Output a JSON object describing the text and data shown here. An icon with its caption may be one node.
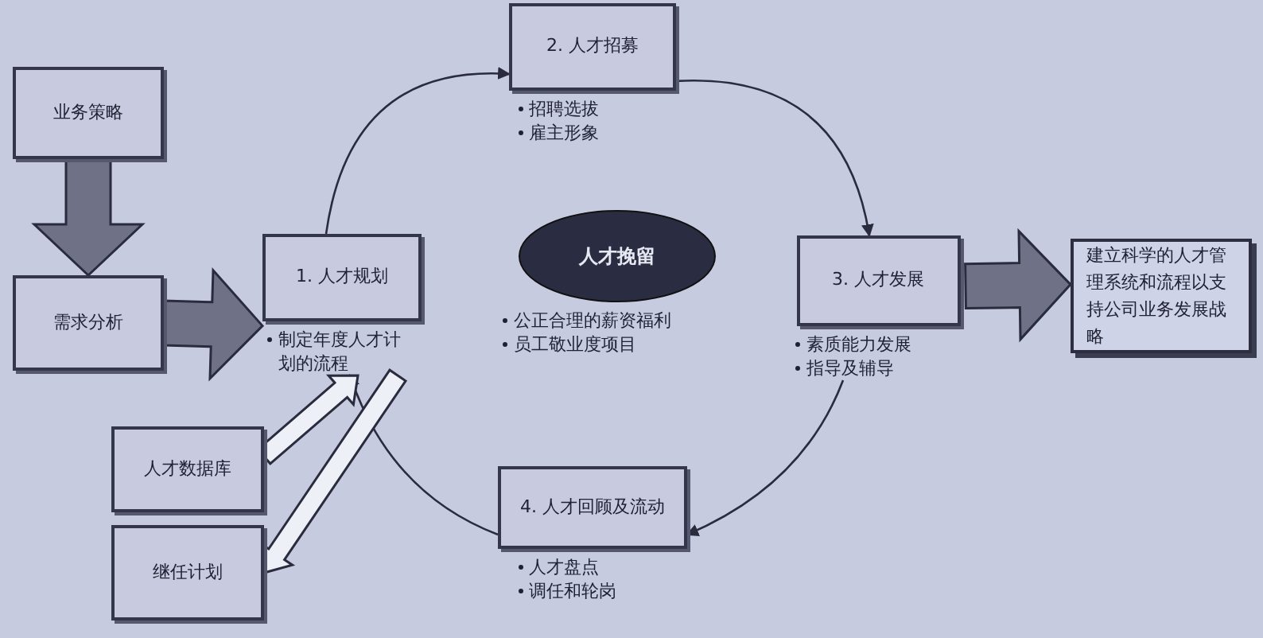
{
  "diagram": {
    "nodes": [
      {
        "text": [
          "业务策略"
        ]
      },
      {
        "text": [
          "需求分析"
        ]
      },
      {
        "text": [
          "1. 人才规划"
        ],
        "beside": [
          "制定年度人才计划的流程"
        ]
      },
      {
        "text": [
          "2. 人才招募"
        ],
        "beside": [
          "招聘选拔",
          "雇主形象"
        ]
      },
      {
        "text": [
          "人才挽留"
        ],
        "beside": [
          "公正合理的薪资福利",
          "员工敬业度项目"
        ]
      },
      {
        "text": [
          "3. 人才发展"
        ],
        "beside": [
          "素质能力发展",
          "指导及辅导"
        ]
      },
      {
        "text": [
          "建立科学的人才管理系统和流程以支持公司业务发展战略"
        ]
      },
      {
        "text": [
          "4. 人才回顾及流动"
        ],
        "beside": [
          "人才盘点",
          "调任和轮岗"
        ]
      },
      {
        "text": [
          "人才数据库"
        ]
      },
      {
        "text": [
          "继任计划"
        ]
      }
    ],
    "edges": [
      {
        "from": 0,
        "to": 1,
        "arrow": "to",
        "style": "thick"
      },
      {
        "from": 1,
        "to": 2,
        "arrow": "to",
        "style": "thick"
      },
      {
        "from": 2,
        "to": 3,
        "arrow": "to"
      },
      {
        "from": 3,
        "to": 5,
        "arrow": "to"
      },
      {
        "from": 5,
        "to": 7,
        "arrow": "to"
      },
      {
        "from": 7,
        "to": 2,
        "arrow": "to"
      },
      {
        "from": 5,
        "to": 6,
        "arrow": "to",
        "style": "thick"
      },
      {
        "from": 8,
        "to": 2,
        "arrow": "to",
        "style": "thick"
      },
      {
        "from": 2,
        "to": 9,
        "arrow": "to",
        "style": "thick"
      }
    ]
  }
}
